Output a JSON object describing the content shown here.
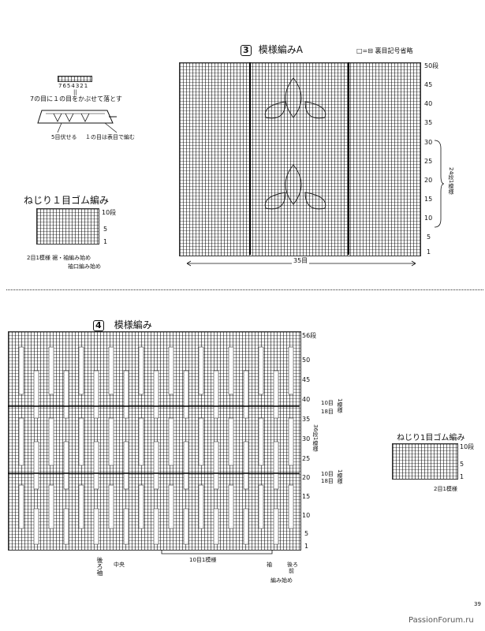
{
  "top_left": {
    "stitch_numbers": "7654321",
    "bind_off_note": "7の目に１の目をかぶせて落とす",
    "left_note": "5目伏せる",
    "right_note": "１の目は表目で編む"
  },
  "rib_small_1": {
    "title": "ねじり１目ゴム編み",
    "row_labels": [
      "10段",
      "5",
      "1"
    ],
    "bottom_note_1": "2目1模様 裾・袖編み始め",
    "bottom_note_2": "袖口編み始め"
  },
  "pattern_a": {
    "number": "3",
    "title": "模様編みA",
    "legend": "□=⊟ 裏目記号省略",
    "row_labels": [
      "50段",
      "45",
      "40",
      "35",
      "30",
      "25",
      "20",
      "15",
      "10",
      "5",
      "1"
    ],
    "repeat_note": "24段1模様",
    "width_note": "35目"
  },
  "pattern_4": {
    "number": "4",
    "title": "模様編み",
    "row_labels": [
      "56段",
      "50",
      "45",
      "40",
      "35",
      "30",
      "25",
      "20",
      "15",
      "10",
      "5",
      "1"
    ],
    "right_notes": [
      "10目",
      "18目",
      "1模様",
      "36段1模様",
      "10目",
      "18目",
      "1模様"
    ],
    "bottom_notes": {
      "left_label": "後ろ袖",
      "center": "中央",
      "repeat": "10目1模様",
      "sleeve": "袖",
      "back": "後ろ",
      "front": "前",
      "start": "編み始め"
    }
  },
  "rib_small_2": {
    "title": "ねじり1目ゴム編み",
    "row_labels": [
      "10段",
      "5",
      "1"
    ],
    "bottom_note": "2目1模様"
  },
  "page_number": "39",
  "watermark": "PassionForum.ru"
}
